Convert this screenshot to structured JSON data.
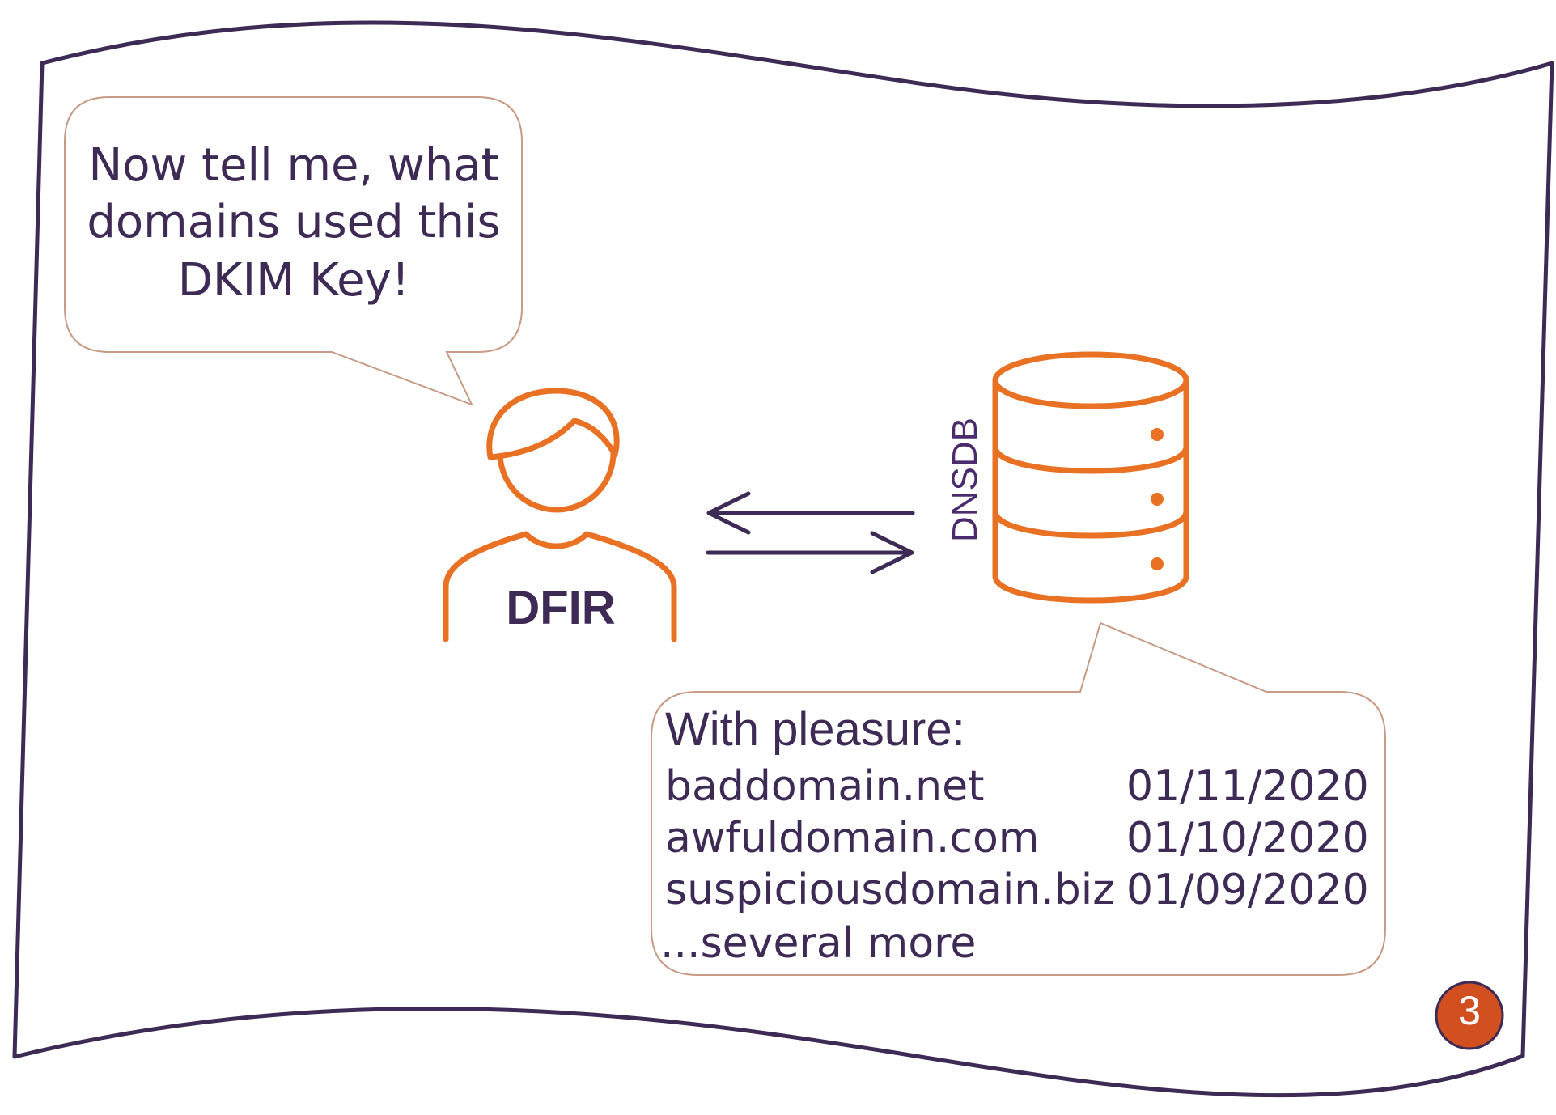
{
  "colors": {
    "frame": "#3d2a55",
    "accent": "#e87124",
    "bubble_border": "#c79b85",
    "badge": "#d24f1f"
  },
  "question_bubble": {
    "lines": [
      "Now tell me, what",
      "domains used this",
      "DKIM Key!"
    ]
  },
  "person": {
    "icon": "person-icon",
    "label": "DFIR"
  },
  "exchange": {
    "icon": "bidirectional-arrows-icon"
  },
  "database": {
    "icon": "database-icon",
    "label": "DNSDB"
  },
  "answer_bubble": {
    "heading": "With pleasure:",
    "rows": [
      {
        "domain": "baddomain.net",
        "date": "01/11/2020"
      },
      {
        "domain": "awfuldomain.com",
        "date": "01/10/2020"
      },
      {
        "domain": "suspiciousdomain.biz",
        "date": "01/09/2020"
      }
    ],
    "more": "...several more"
  },
  "page_number": "3"
}
